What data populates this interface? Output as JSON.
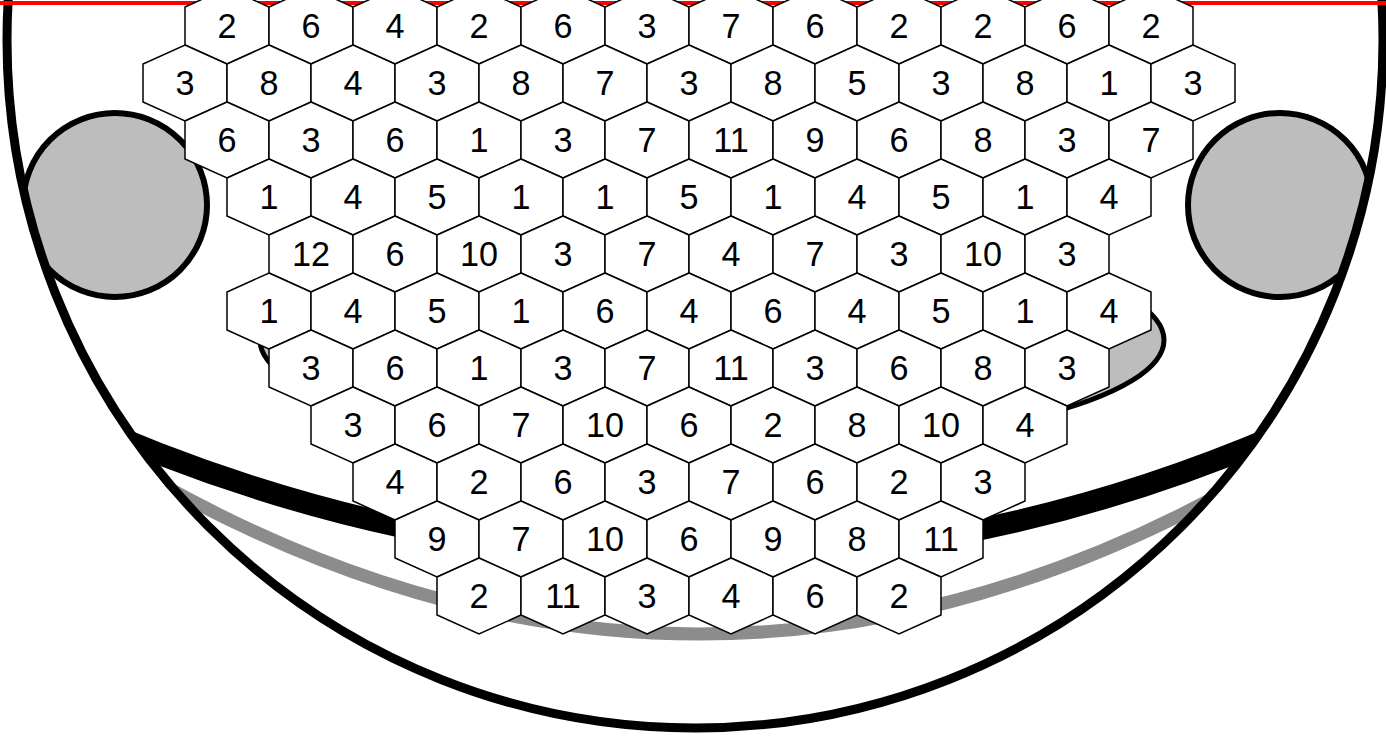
{
  "diagram": {
    "nodes": [
      {
        "text": [
          "2"
        ]
      },
      {
        "text": [
          "6"
        ]
      },
      {
        "text": [
          "4"
        ]
      },
      {
        "text": [
          "2"
        ]
      },
      {
        "text": [
          "6"
        ]
      },
      {
        "text": [
          "3"
        ]
      },
      {
        "text": [
          "7"
        ]
      },
      {
        "text": [
          "6"
        ]
      },
      {
        "text": [
          "2"
        ]
      },
      {
        "text": [
          "2"
        ]
      },
      {
        "text": [
          "6"
        ]
      },
      {
        "text": [
          "2"
        ]
      },
      {
        "text": [
          "3"
        ]
      },
      {
        "text": [
          "8"
        ]
      },
      {
        "text": [
          "4"
        ]
      },
      {
        "text": [
          "3"
        ]
      },
      {
        "text": [
          "8"
        ]
      },
      {
        "text": [
          "7"
        ]
      },
      {
        "text": [
          "3"
        ]
      },
      {
        "text": [
          "8"
        ]
      },
      {
        "text": [
          "5"
        ]
      },
      {
        "text": [
          "3"
        ]
      },
      {
        "text": [
          "8"
        ]
      },
      {
        "text": [
          "1"
        ]
      },
      {
        "text": [
          "3"
        ]
      },
      {
        "text": [
          "6"
        ]
      },
      {
        "text": [
          "3"
        ]
      },
      {
        "text": [
          "6"
        ]
      },
      {
        "text": [
          "1"
        ]
      },
      {
        "text": [
          "3"
        ]
      },
      {
        "text": [
          "7"
        ]
      },
      {
        "text": [
          "11"
        ]
      },
      {
        "text": [
          "9"
        ]
      },
      {
        "text": [
          "6"
        ]
      },
      {
        "text": [
          "8"
        ]
      },
      {
        "text": [
          "3"
        ]
      },
      {
        "text": [
          "7"
        ]
      },
      {
        "text": [
          "1"
        ]
      },
      {
        "text": [
          "4"
        ]
      },
      {
        "text": [
          "5"
        ]
      },
      {
        "text": [
          "1"
        ]
      },
      {
        "text": [
          "1"
        ]
      },
      {
        "text": [
          "5"
        ]
      },
      {
        "text": [
          "1"
        ]
      },
      {
        "text": [
          "4"
        ]
      },
      {
        "text": [
          "5"
        ]
      },
      {
        "text": [
          "1"
        ]
      },
      {
        "text": [
          "4"
        ]
      },
      {
        "text": [
          "12"
        ]
      },
      {
        "text": [
          "6"
        ]
      },
      {
        "text": [
          "10"
        ]
      },
      {
        "text": [
          "3"
        ]
      },
      {
        "text": [
          "7"
        ]
      },
      {
        "text": [
          "4"
        ]
      },
      {
        "text": [
          "7"
        ]
      },
      {
        "text": [
          "3"
        ]
      },
      {
        "text": [
          "10"
        ]
      },
      {
        "text": [
          "3"
        ]
      },
      {
        "text": [
          "1"
        ]
      },
      {
        "text": [
          "4"
        ]
      },
      {
        "text": [
          "5"
        ]
      },
      {
        "text": [
          "1"
        ]
      },
      {
        "text": [
          "6"
        ]
      },
      {
        "text": [
          "4"
        ]
      },
      {
        "text": [
          "6"
        ]
      },
      {
        "text": [
          "4"
        ]
      },
      {
        "text": [
          "5"
        ]
      },
      {
        "text": [
          "1"
        ]
      },
      {
        "text": [
          "4"
        ]
      },
      {
        "text": [
          "3"
        ]
      },
      {
        "text": [
          "6"
        ]
      },
      {
        "text": [
          "1"
        ]
      },
      {
        "text": [
          "3"
        ]
      },
      {
        "text": [
          "7"
        ]
      },
      {
        "text": [
          "11"
        ]
      },
      {
        "text": [
          "3"
        ]
      },
      {
        "text": [
          "6"
        ]
      },
      {
        "text": [
          "8"
        ]
      },
      {
        "text": [
          "3"
        ]
      },
      {
        "text": [
          "3"
        ]
      },
      {
        "text": [
          "6"
        ]
      },
      {
        "text": [
          "7"
        ]
      },
      {
        "text": [
          "10"
        ]
      },
      {
        "text": [
          "6"
        ]
      },
      {
        "text": [
          "2"
        ]
      },
      {
        "text": [
          "8"
        ]
      },
      {
        "text": [
          "10"
        ]
      },
      {
        "text": [
          "4"
        ]
      },
      {
        "text": [
          "4"
        ]
      },
      {
        "text": [
          "2"
        ]
      },
      {
        "text": [
          "6"
        ]
      },
      {
        "text": [
          "3"
        ]
      },
      {
        "text": [
          "7"
        ]
      },
      {
        "text": [
          "6"
        ]
      },
      {
        "text": [
          "2"
        ]
      },
      {
        "text": [
          "3"
        ]
      },
      {
        "text": [
          "9"
        ]
      },
      {
        "text": [
          "7"
        ]
      },
      {
        "text": [
          "10"
        ]
      },
      {
        "text": [
          "6"
        ]
      },
      {
        "text": [
          "9"
        ]
      },
      {
        "text": [
          "8"
        ]
      },
      {
        "text": [
          "11"
        ]
      },
      {
        "text": [
          "2"
        ]
      },
      {
        "text": [
          "11"
        ]
      },
      {
        "text": [
          "3"
        ]
      },
      {
        "text": [
          "4"
        ]
      },
      {
        "text": [
          "6"
        ]
      },
      {
        "text": [
          "2"
        ]
      }
    ]
  }
}
